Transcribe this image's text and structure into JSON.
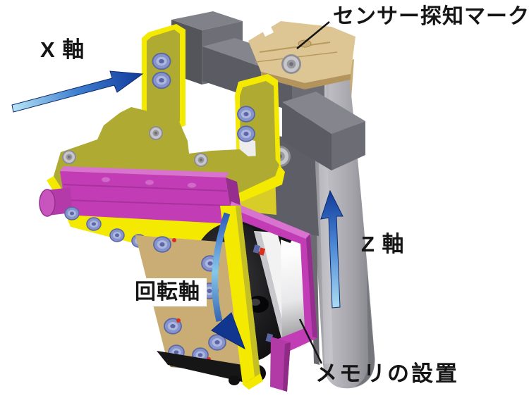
{
  "figure": {
    "title": "robot-axis-annotated-cad-diagram",
    "background": "#ffffff"
  },
  "labels": {
    "x_axis": "X 軸",
    "z_axis": "Z 軸",
    "rotation_axis": "回転軸",
    "sensor_mark": "センサー探知マーク",
    "memory_placement": "メモリの設置"
  },
  "annotations": {
    "arrows": [
      {
        "name": "x-axis-arrow",
        "direction": "right",
        "style": "straight-gradient-blue"
      },
      {
        "name": "z-axis-arrow",
        "direction": "up",
        "style": "straight-gradient-blue"
      },
      {
        "name": "rotation-axis-arrow",
        "direction": "counter-clockwise-down",
        "style": "curved-gradient-blue"
      }
    ],
    "leader_lines": [
      {
        "name": "sensor-mark-leader",
        "from": "sensor-mark-label",
        "to": "sensor-cover-part"
      },
      {
        "name": "memory-placement-leader",
        "from": "memory-placement-label",
        "to": "memory-window-part"
      }
    ]
  },
  "palette": {
    "bg": "#ffffff",
    "label": "#151515",
    "yellow_bright": "#f4e900",
    "yellow_face": "#aeaa32",
    "yellow_shade": "#8f8c20",
    "magenta": "#c13cb5",
    "magenta_light": "#d973d0",
    "magenta_dark": "#962e8f",
    "gray_darkest": "#4d4d54",
    "gray_dark": "#5e5e66",
    "gray_mid": "#75757d",
    "gray_light": "#9b9ba3",
    "rail_light": "#c3c3c9",
    "tan_light": "#ddc693",
    "tan_mid": "#c9ad74",
    "tan_dark": "#a3874b",
    "bolt_blue": "#8793cb",
    "bolt_blue_dark": "#5a67a4",
    "bolt_blue_light": "#aeb7e0",
    "silver": "#c6c6cb",
    "silver_dark": "#8e8e94",
    "black_part": "#141416",
    "white_part": "#ffffff",
    "arrow_light": "#aadcf2",
    "arrow_mid": "#4a86d4",
    "arrow_dark": "#123c9c",
    "arrow_outline": "#0d2b6e",
    "red_mark": "#d92f1f"
  }
}
